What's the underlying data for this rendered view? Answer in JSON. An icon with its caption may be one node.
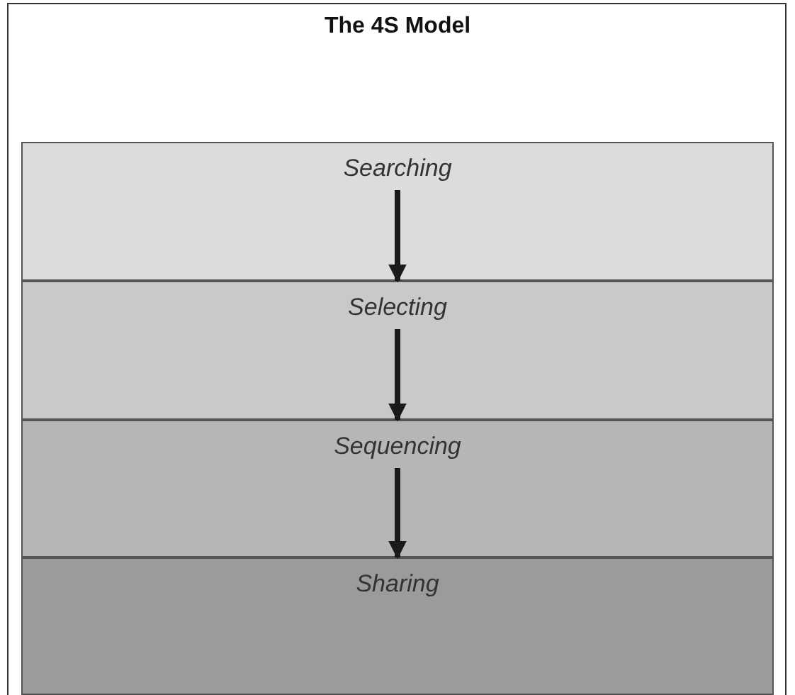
{
  "diagram": {
    "title": "The 4S Model",
    "nodes": [
      {
        "text": [
          "Searching"
        ]
      },
      {
        "text": [
          "Selecting"
        ]
      },
      {
        "text": [
          "Sequencing"
        ]
      },
      {
        "text": [
          "Sharing"
        ]
      }
    ],
    "edges": [
      {
        "from": 0,
        "to": 1,
        "arrow": "to"
      },
      {
        "from": 1,
        "to": 2,
        "arrow": "to"
      },
      {
        "from": 2,
        "to": 3,
        "arrow": "to"
      }
    ]
  }
}
